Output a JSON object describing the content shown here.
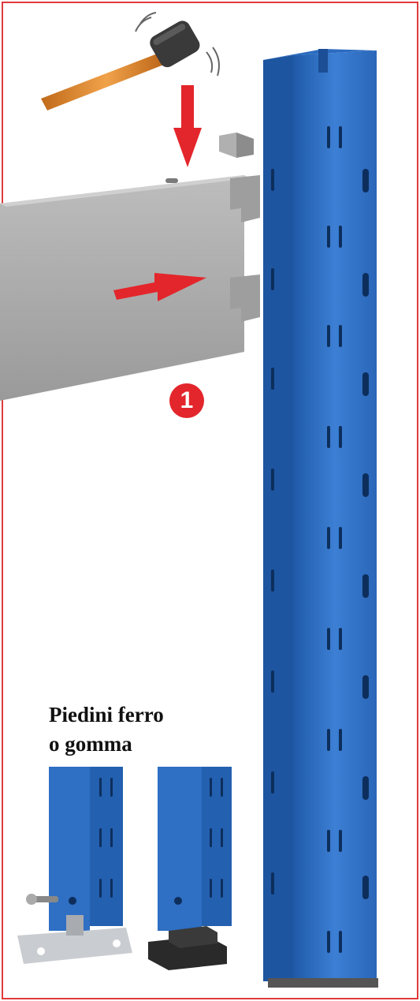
{
  "step": {
    "number": "1"
  },
  "feet": {
    "caption_line1": "Piedini ferro",
    "caption_line2": "o gomma"
  },
  "colors": {
    "upright_blue": "#2f6fc4",
    "beam_gray": "#a9a9a9",
    "arrow_red": "#e3262b",
    "frame_red": "#e03a3a"
  },
  "icons": [
    "hammer-icon",
    "down-arrow-icon",
    "right-arrow-icon"
  ]
}
